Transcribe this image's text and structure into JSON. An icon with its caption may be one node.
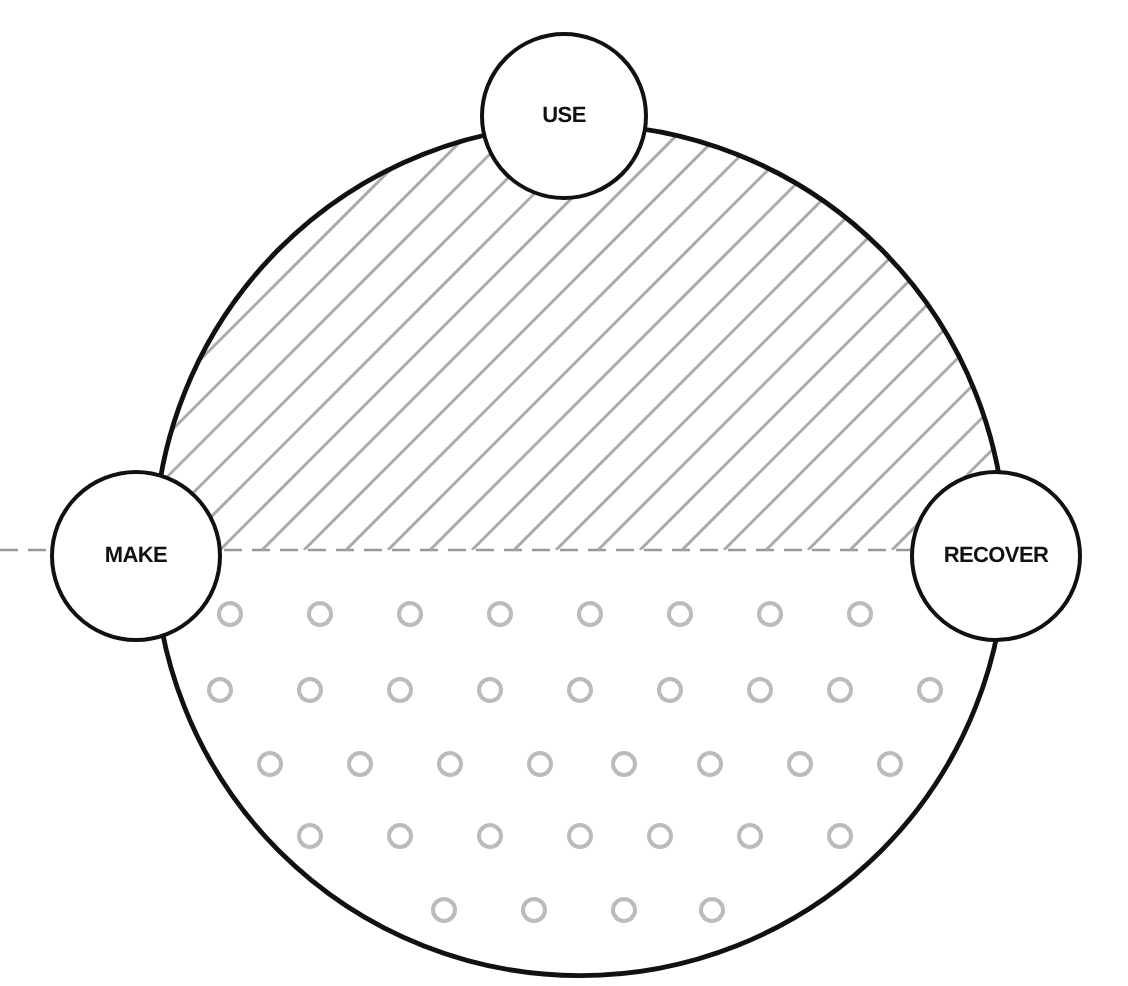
{
  "diagram": {
    "nodes": [
      {
        "text": [],
        "shape": "circle"
      },
      {
        "text": [
          "USE"
        ]
      },
      {
        "text": [
          "MAKE"
        ]
      },
      {
        "text": [
          "RECOVER"
        ]
      }
    ]
  }
}
